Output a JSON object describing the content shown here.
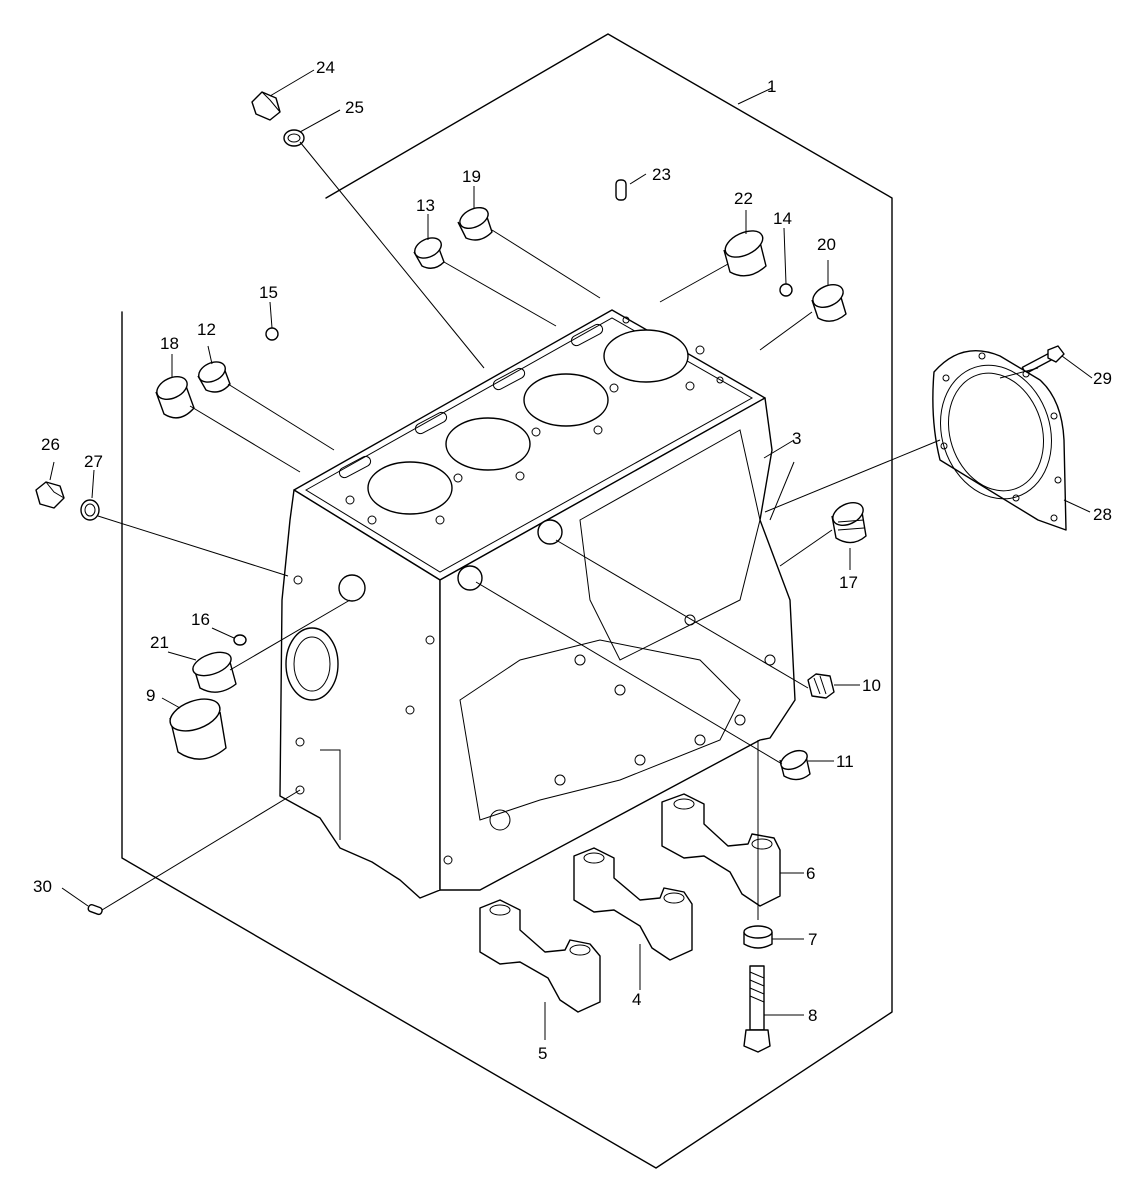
{
  "callouts": [
    {
      "id": "1",
      "label": "1"
    },
    {
      "id": "3",
      "label": "3"
    },
    {
      "id": "4",
      "label": "4"
    },
    {
      "id": "5",
      "label": "5"
    },
    {
      "id": "6",
      "label": "6"
    },
    {
      "id": "7",
      "label": "7"
    },
    {
      "id": "8",
      "label": "8"
    },
    {
      "id": "9",
      "label": "9"
    },
    {
      "id": "10",
      "label": "10"
    },
    {
      "id": "11",
      "label": "11"
    },
    {
      "id": "12",
      "label": "12"
    },
    {
      "id": "13",
      "label": "13"
    },
    {
      "id": "14",
      "label": "14"
    },
    {
      "id": "15",
      "label": "15"
    },
    {
      "id": "16",
      "label": "16"
    },
    {
      "id": "17",
      "label": "17"
    },
    {
      "id": "18",
      "label": "18"
    },
    {
      "id": "19",
      "label": "19"
    },
    {
      "id": "20",
      "label": "20"
    },
    {
      "id": "21",
      "label": "21"
    },
    {
      "id": "22",
      "label": "22"
    },
    {
      "id": "23",
      "label": "23"
    },
    {
      "id": "24",
      "label": "24"
    },
    {
      "id": "25",
      "label": "25"
    },
    {
      "id": "26",
      "label": "26"
    },
    {
      "id": "27",
      "label": "27"
    },
    {
      "id": "28",
      "label": "28"
    },
    {
      "id": "29",
      "label": "29"
    },
    {
      "id": "30",
      "label": "30"
    }
  ]
}
